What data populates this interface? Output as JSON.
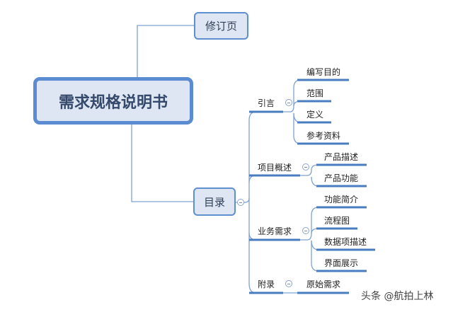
{
  "root": {
    "label": "需求规格说明书"
  },
  "branches": {
    "revision": {
      "label": "修订页"
    },
    "toc": {
      "label": "目录",
      "sections": [
        {
          "label": "引言",
          "children": [
            "编写目的",
            "范围",
            "定义",
            "参考资料"
          ]
        },
        {
          "label": "项目概述",
          "children": [
            "产品描述",
            "产品功能"
          ]
        },
        {
          "label": "业务需求",
          "children": [
            "功能简介",
            "流程图",
            "数据项描述",
            "界面展示"
          ]
        },
        {
          "label": "附录",
          "children": [
            "原始需求"
          ]
        }
      ]
    }
  },
  "watermark": "头条 @航拍上林",
  "colors": {
    "node_fill": "#dde6f2",
    "node_border": "#5b8bd0",
    "line": "#6d97cf",
    "underline": "#4a7cc0"
  }
}
